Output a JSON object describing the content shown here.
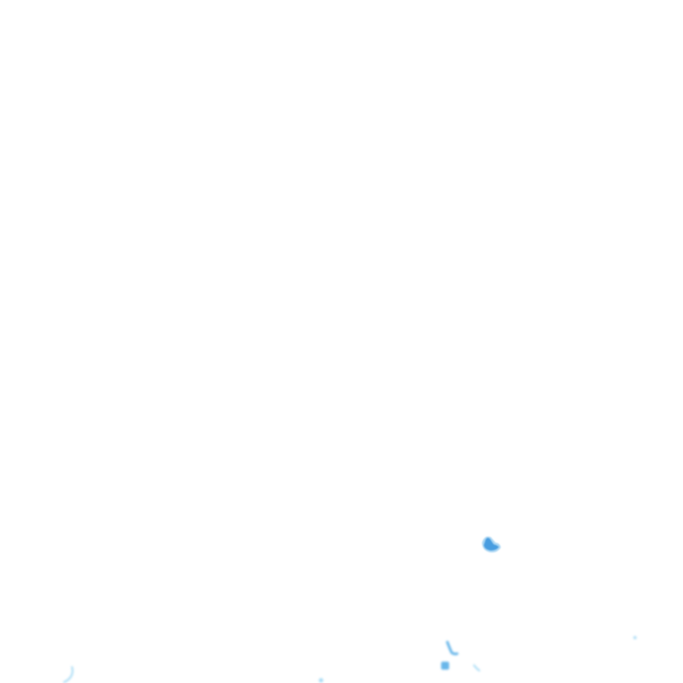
{
  "map": {
    "kind": "precipitation-radar-tile",
    "background_color": "#ffffff",
    "echo_colors": {
      "light": "#a9dcf5",
      "moderate": "#69b7ea",
      "heavy": "#1f7fd6"
    },
    "echo_intensities": {
      "echo_main": "heavy",
      "echo_hook": "moderate",
      "echo_small_square": "moderate",
      "echo_bottom_left": "light",
      "echo_bottom_right": "light",
      "echo_dot_mid": "light",
      "echo_dot_right": "light"
    }
  }
}
